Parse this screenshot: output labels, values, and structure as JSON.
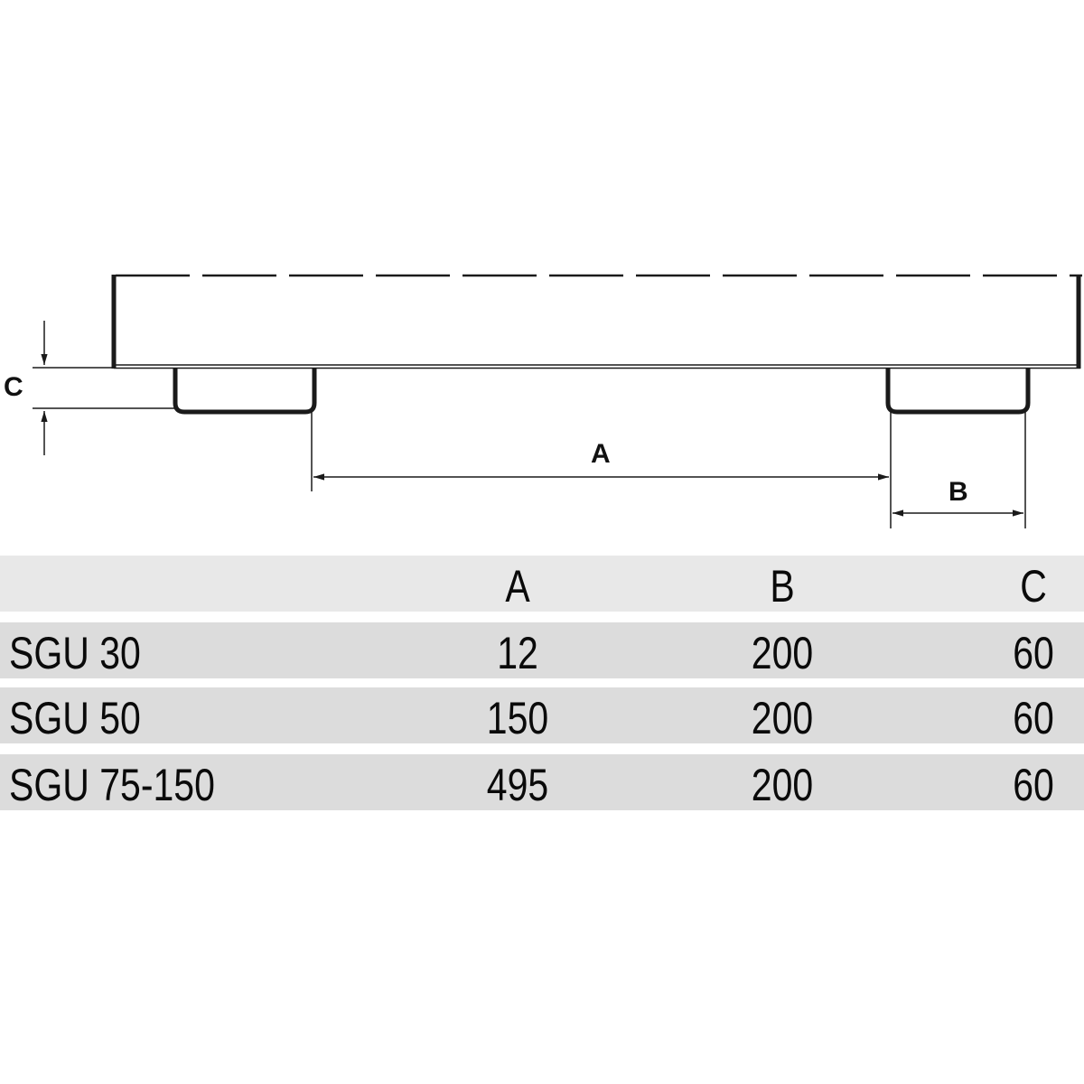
{
  "diagram": {
    "labels": {
      "A": "A",
      "B": "B",
      "C": "C"
    },
    "colors": {
      "line": "#1a1a1a",
      "header_bg": "#e8e8e8",
      "row_bg": "#dcdcdc"
    }
  },
  "table": {
    "headers": [
      "",
      "A",
      "B",
      "C"
    ],
    "rows": [
      {
        "model": "SGU 30",
        "A": "12",
        "B": "200",
        "C": "60"
      },
      {
        "model": "SGU 50",
        "A": "150",
        "B": "200",
        "C": "60"
      },
      {
        "model": "SGU 75-150",
        "A": "495",
        "B": "200",
        "C": "60"
      }
    ]
  }
}
